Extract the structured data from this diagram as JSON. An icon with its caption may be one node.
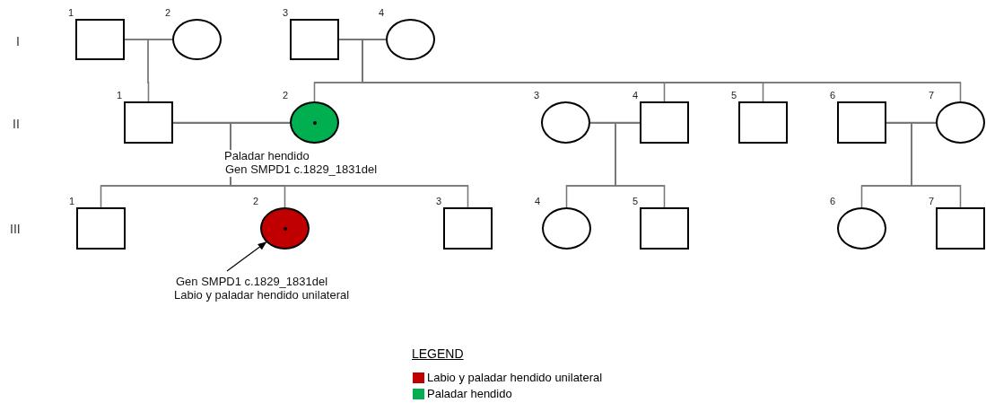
{
  "diagram": {
    "nodes": [
      {
        "text": [],
        "shape": "box",
        "beside": [
          "1"
        ]
      },
      {
        "text": [],
        "shape": "circle",
        "beside": [
          "2"
        ]
      },
      {
        "text": [],
        "shape": "box",
        "beside": [
          "3"
        ]
      },
      {
        "text": [],
        "shape": "circle",
        "beside": [
          "4"
        ]
      },
      {
        "text": [],
        "shape": "box",
        "beside": [
          "1"
        ]
      },
      {
        "text": [],
        "shape": "circle",
        "beside": [
          "2",
          "Paladar hendido",
          "Gen SMPD1 c.1829_1831del"
        ]
      },
      {
        "text": [],
        "shape": "circle",
        "beside": [
          "3"
        ]
      },
      {
        "text": [],
        "shape": "box",
        "beside": [
          "4"
        ]
      },
      {
        "text": [],
        "shape": "box",
        "beside": [
          "5"
        ]
      },
      {
        "text": [],
        "shape": "box",
        "beside": [
          "6"
        ]
      },
      {
        "text": [],
        "shape": "circle",
        "beside": [
          "7"
        ]
      },
      {
        "text": [],
        "shape": "box",
        "beside": [
          "1"
        ]
      },
      {
        "text": [],
        "shape": "circle",
        "beside": [
          "2",
          "Gen SMPD1 c.1829_1831del",
          "Labio y paladar hendido unilateral"
        ]
      },
      {
        "text": [],
        "shape": "box",
        "beside": [
          "3"
        ]
      },
      {
        "text": [],
        "shape": "circle",
        "beside": [
          "4"
        ]
      },
      {
        "text": [],
        "shape": "box",
        "beside": [
          "5"
        ]
      },
      {
        "text": [],
        "shape": "circle",
        "beside": [
          "6"
        ]
      },
      {
        "text": [],
        "shape": "box",
        "beside": [
          "7"
        ]
      }
    ],
    "edges": [
      {
        "from": 0,
        "to": 1,
        "arrow": "none"
      },
      {
        "from": 2,
        "to": 3,
        "arrow": "none"
      },
      {
        "from": 4,
        "to": 5,
        "arrow": "none"
      },
      {
        "from": 6,
        "to": 7,
        "arrow": "none"
      },
      {
        "from": 9,
        "to": 10,
        "arrow": "none"
      },
      {
        "from": 0,
        "to": 4,
        "arrow": "none"
      },
      {
        "from": 1,
        "to": 4,
        "arrow": "none"
      },
      {
        "from": 2,
        "to": 5,
        "arrow": "none"
      },
      {
        "from": 3,
        "to": 5,
        "arrow": "none"
      },
      {
        "from": 2,
        "to": 7,
        "arrow": "none"
      },
      {
        "from": 3,
        "to": 7,
        "arrow": "none"
      },
      {
        "from": 2,
        "to": 8,
        "arrow": "none"
      },
      {
        "from": 3,
        "to": 8,
        "arrow": "none"
      },
      {
        "from": 2,
        "to": 10,
        "arrow": "none"
      },
      {
        "from": 3,
        "to": 10,
        "arrow": "none"
      },
      {
        "from": 4,
        "to": 11,
        "arrow": "none"
      },
      {
        "from": 5,
        "to": 11,
        "arrow": "none"
      },
      {
        "from": 4,
        "to": 12,
        "arrow": "none"
      },
      {
        "from": 5,
        "to": 12,
        "arrow": "none"
      },
      {
        "from": 4,
        "to": 13,
        "arrow": "none"
      },
      {
        "from": 5,
        "to": 13,
        "arrow": "none"
      },
      {
        "from": 6,
        "to": 14,
        "arrow": "none"
      },
      {
        "from": 7,
        "to": 14,
        "arrow": "none"
      },
      {
        "from": 6,
        "to": 15,
        "arrow": "none"
      },
      {
        "from": 7,
        "to": 15,
        "arrow": "none"
      },
      {
        "from": 9,
        "to": 16,
        "arrow": "none"
      },
      {
        "from": 10,
        "to": 16,
        "arrow": "none"
      },
      {
        "from": 9,
        "to": 17,
        "arrow": "none"
      },
      {
        "from": 10,
        "to": 17,
        "arrow": "none"
      },
      {
        "from": null,
        "to": 12,
        "arrow": "to",
        "color": "#000000"
      }
    ],
    "labels": [
      "I",
      "II",
      "III",
      "LEGEND"
    ],
    "legend": [
      {
        "text": "Labio y paladar hendido unilateral",
        "color": "#c00000"
      },
      {
        "text": "Paladar hendido",
        "color": "#00b050"
      }
    ]
  }
}
